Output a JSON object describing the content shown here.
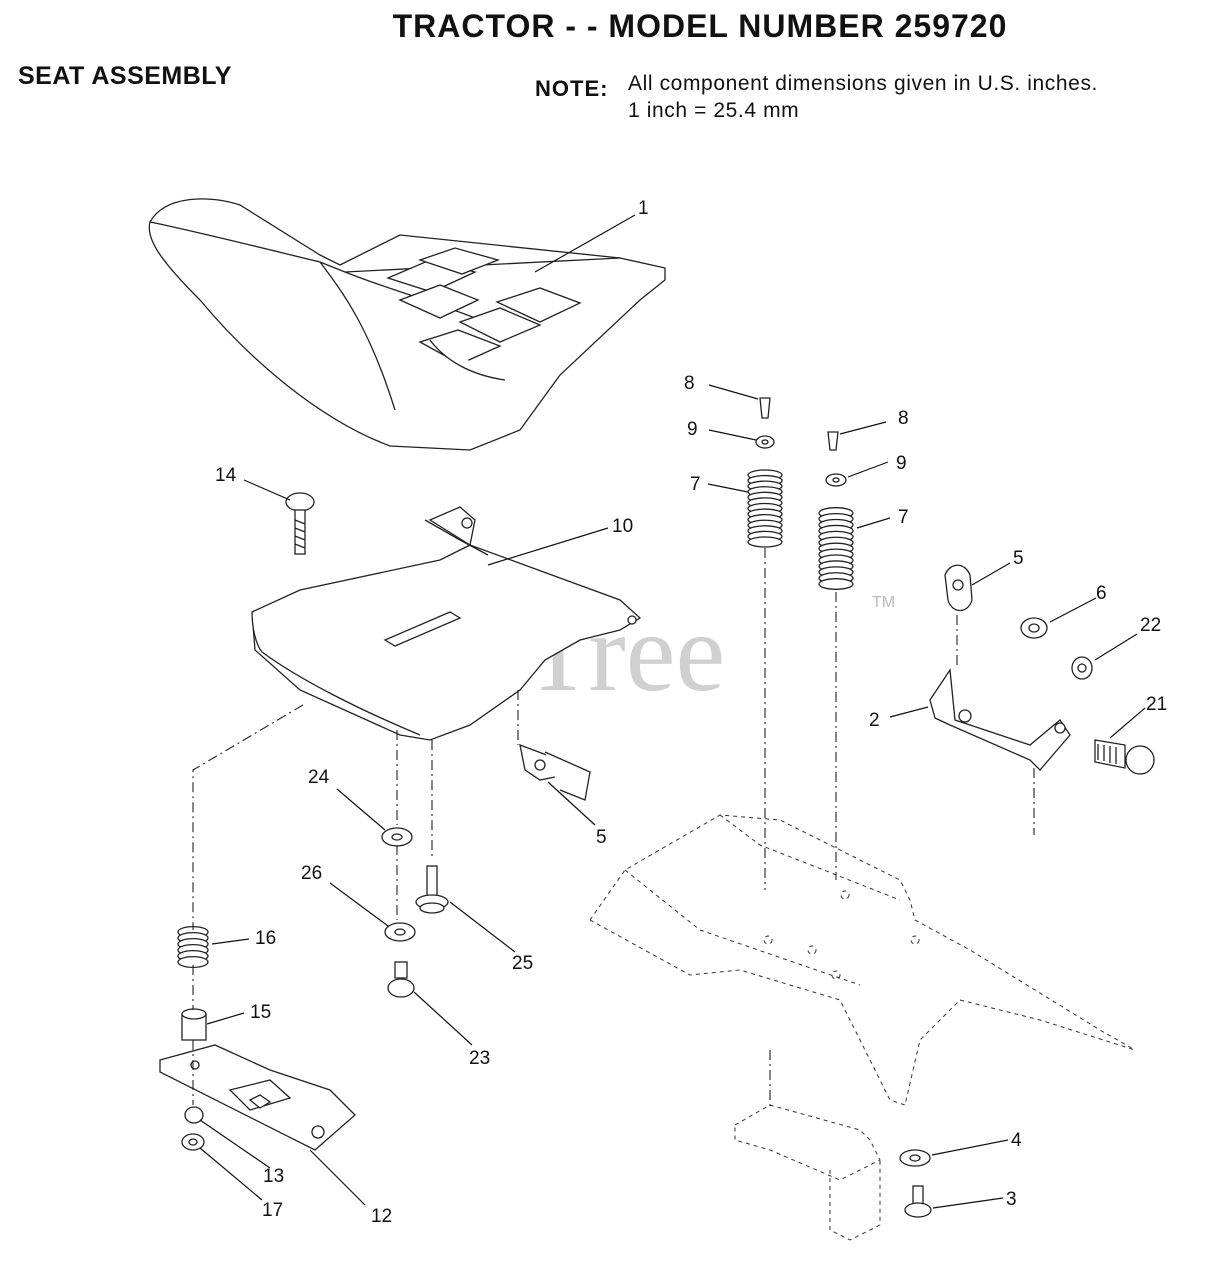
{
  "header": {
    "title": "TRACTOR - - MODEL NUMBER 259720",
    "section": "SEAT ASSEMBLY",
    "note_label": "NOTE:",
    "note_line1": "All component dimensions given in U.S. inches.",
    "note_line2": "1 inch = 25.4 mm"
  },
  "watermark": {
    "text": "PartsTree",
    "mark": "TM"
  },
  "callouts": [
    {
      "id": "c1",
      "label": "1"
    },
    {
      "id": "c2",
      "label": "2"
    },
    {
      "id": "c3",
      "label": "3"
    },
    {
      "id": "c4",
      "label": "4"
    },
    {
      "id": "c5a",
      "label": "5"
    },
    {
      "id": "c5b",
      "label": "5"
    },
    {
      "id": "c6",
      "label": "6"
    },
    {
      "id": "c7a",
      "label": "7"
    },
    {
      "id": "c7b",
      "label": "7"
    },
    {
      "id": "c8a",
      "label": "8"
    },
    {
      "id": "c8b",
      "label": "8"
    },
    {
      "id": "c9a",
      "label": "9"
    },
    {
      "id": "c9b",
      "label": "9"
    },
    {
      "id": "c10",
      "label": "10"
    },
    {
      "id": "c12",
      "label": "12"
    },
    {
      "id": "c13",
      "label": "13"
    },
    {
      "id": "c14",
      "label": "14"
    },
    {
      "id": "c15",
      "label": "15"
    },
    {
      "id": "c16",
      "label": "16"
    },
    {
      "id": "c17",
      "label": "17"
    },
    {
      "id": "c21",
      "label": "21"
    },
    {
      "id": "c22",
      "label": "22"
    },
    {
      "id": "c23",
      "label": "23"
    },
    {
      "id": "c24",
      "label": "24"
    },
    {
      "id": "c25",
      "label": "25"
    },
    {
      "id": "c26",
      "label": "26"
    }
  ]
}
